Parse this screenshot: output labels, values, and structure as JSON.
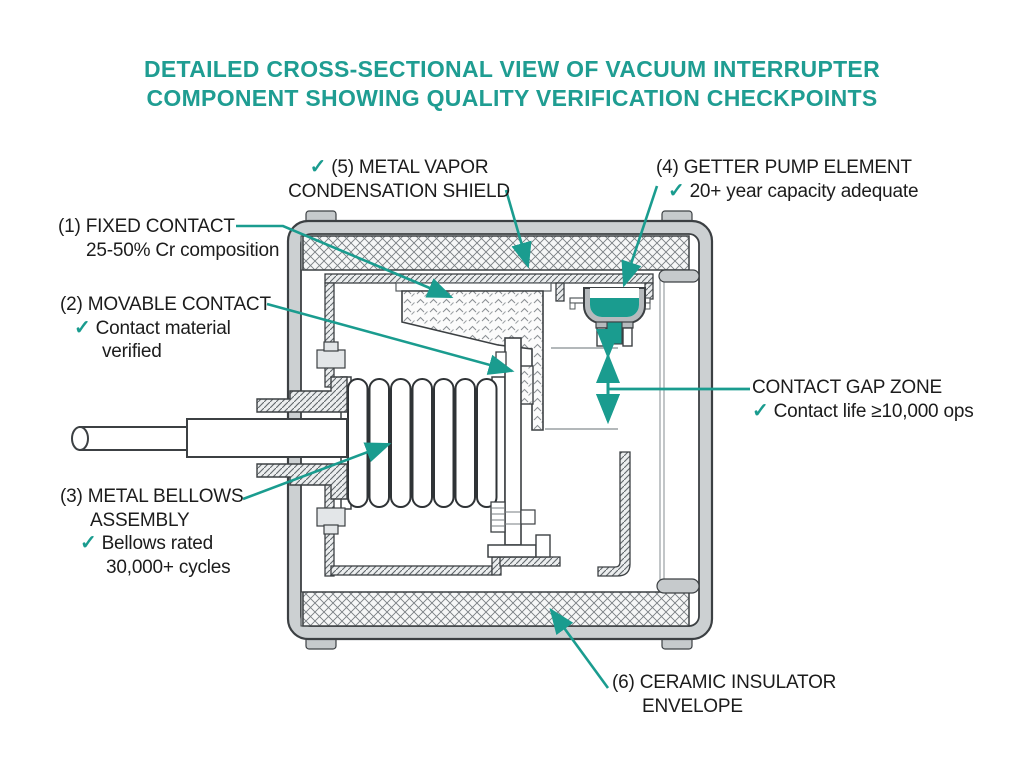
{
  "title": {
    "line1": "DETAILED CROSS-SECTIONAL VIEW OF VACUUM INTERRUPTER",
    "line2": "COMPONENT SHOWING QUALITY VERIFICATION CHECKPOINTS"
  },
  "icons": {
    "check": "✓"
  },
  "colors": {
    "accent": "#1A9C8F",
    "title": "#1F9D92",
    "text": "#1C1C1C",
    "outline": "#3C4043"
  },
  "callouts": {
    "metal_vapor_shield": {
      "line1": "(5) METAL VAPOR",
      "line2": "CONDENSATION SHIELD"
    },
    "getter_pump": {
      "line1": "(4) GETTER PUMP ELEMENT",
      "line2": "20+ year capacity adequate"
    },
    "fixed_contact": {
      "line1": "(1) FIXED CONTACT",
      "line2": "25-50% Cr composition"
    },
    "movable_contact": {
      "line1": "(2) MOVABLE CONTACT",
      "line2": "Contact material",
      "line3": "verified"
    },
    "contact_gap": {
      "line1": "CONTACT GAP ZONE",
      "line2": "Contact life ≥10,000 ops"
    },
    "metal_bellows": {
      "line1": "(3) METAL BELLOWS",
      "line2": "ASSEMBLY",
      "line3": "Bellows rated",
      "line4": "30,000+ cycles"
    },
    "ceramic_envelope": {
      "line1": "(6) CERAMIC INSULATOR",
      "line2": "ENVELOPE"
    }
  }
}
